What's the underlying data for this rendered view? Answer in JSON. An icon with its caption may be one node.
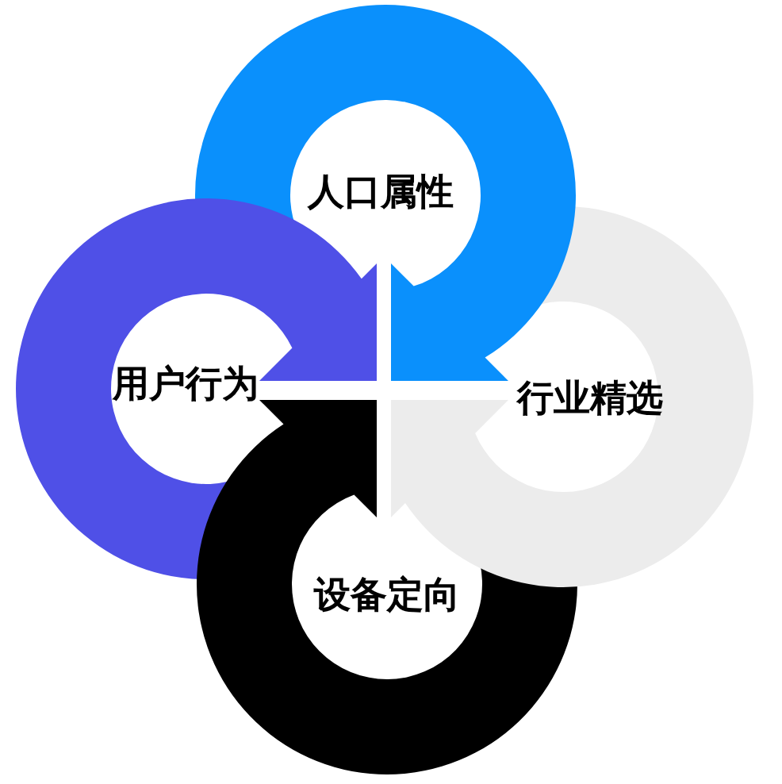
{
  "diagram": {
    "nodes": [
      {
        "text": [
          "人口属性"
        ]
      },
      {
        "text": [
          "用户行为"
        ]
      },
      {
        "text": [
          "行业精选"
        ]
      },
      {
        "text": [
          "设备定向"
        ]
      }
    ]
  }
}
